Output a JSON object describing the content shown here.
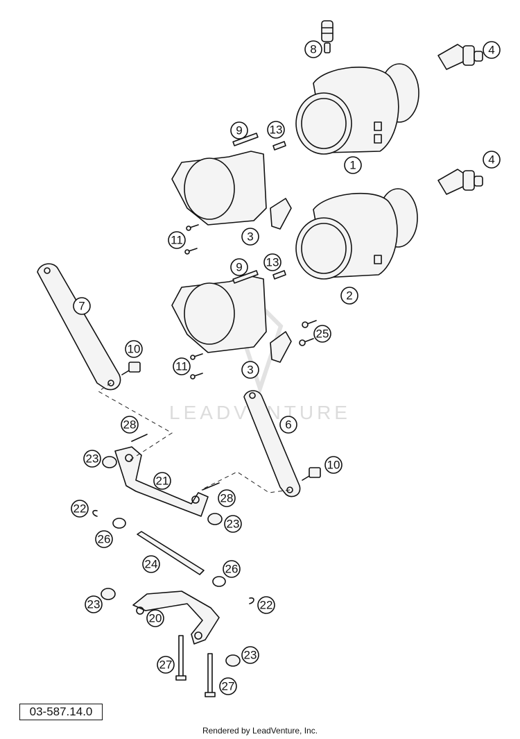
{
  "diagram": {
    "id": "03-587.14.0",
    "credit": "Rendered by LeadVenture, Inc.",
    "watermark": "LEADVENTURE",
    "callouts": [
      "1",
      "2",
      "3",
      "3",
      "4",
      "4",
      "6",
      "7",
      "8",
      "9",
      "9",
      "10",
      "10",
      "11",
      "11",
      "13",
      "13",
      "20",
      "21",
      "22",
      "22",
      "23",
      "23",
      "23",
      "23",
      "24",
      "25",
      "26",
      "26",
      "27",
      "27",
      "28",
      "28"
    ]
  }
}
